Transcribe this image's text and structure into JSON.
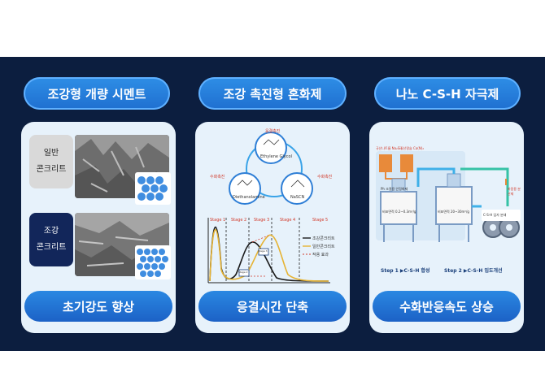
{
  "columns": [
    {
      "title": "조강형 개량 시멘트",
      "footer": "초기강도 향상",
      "rows": [
        {
          "label_line1": "일반",
          "label_line2": "콘크리트"
        },
        {
          "label_line1": "조강",
          "label_line2": "콘크리트"
        }
      ]
    },
    {
      "title": "조강 촉진형 혼화제",
      "footer": "응결시간 단축",
      "molecules": [
        {
          "tag": "응결촉진",
          "name": "Ethylene Glycol"
        },
        {
          "tag": "수화촉진",
          "name": "Diethanolamine"
        },
        {
          "tag": "수화촉진",
          "name": "NaSCN"
        }
      ],
      "stages": [
        "Stage 1",
        "Stage 2",
        "Stage 3",
        "Stage 4",
        "Stage 5"
      ],
      "legend": [
        "조강콘크리트",
        "일반콘크리트",
        "작용 효과"
      ],
      "markers": [
        "Stage 2",
        "Stage 3"
      ]
    },
    {
      "title": "나노 C-S-H 자극제",
      "footer": "수화반응속도 상승",
      "inputs": [
        "규산나트륨 Na₂Si₃",
        "질산칼슘 Ca(N)₂"
      ],
      "reactor1": "Ph 조절용 안정화제",
      "reactor1_sub": "비표면적 0.2~0.3m²/g",
      "reactor2_sub": "비표면적 20~30m²/g",
      "side_label": "바람용 분산제",
      "output_label": "C-S-H 입자 분쇄",
      "step1": "Step 1 ▶C-S-H 합성",
      "step2": "Step 2 ▶C-S-H 입도개선"
    }
  ],
  "colors": {
    "band": "#0c1e3f",
    "accent": "#1f6fd0",
    "panel": "#e7f2fb"
  }
}
